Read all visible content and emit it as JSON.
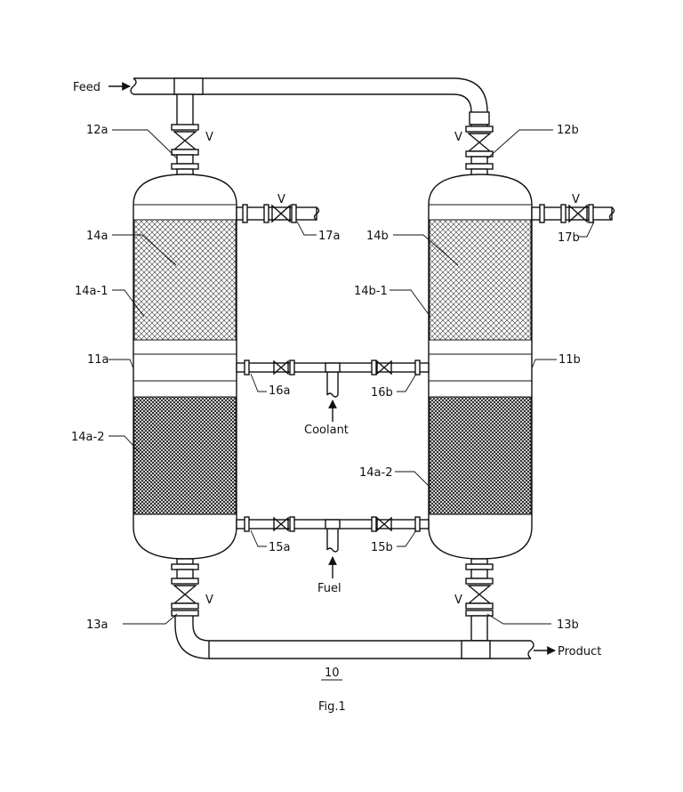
{
  "labels": {
    "feed": "Feed",
    "product": "Product",
    "coolant": "Coolant",
    "fuel": "Fuel",
    "valve_v": "V",
    "l12a": "12a",
    "l12b": "12b",
    "l13a": "13a",
    "l13b": "13b",
    "l14a": "14a",
    "l14b": "14b",
    "l14a1": "14a-1",
    "l14b1": "14b-1",
    "l14a2_left": "14a-2",
    "l14a2_right": "14a-2",
    "l11a": "11a",
    "l11b": "11b",
    "l15a": "15a",
    "l15b": "15b",
    "l16a": "16a",
    "l16b": "16b",
    "l17a": "17a",
    "l17b": "17b",
    "l10": "10",
    "fig": "Fig.1"
  },
  "colors": {
    "stroke": "#111111",
    "background": "#ffffff"
  }
}
